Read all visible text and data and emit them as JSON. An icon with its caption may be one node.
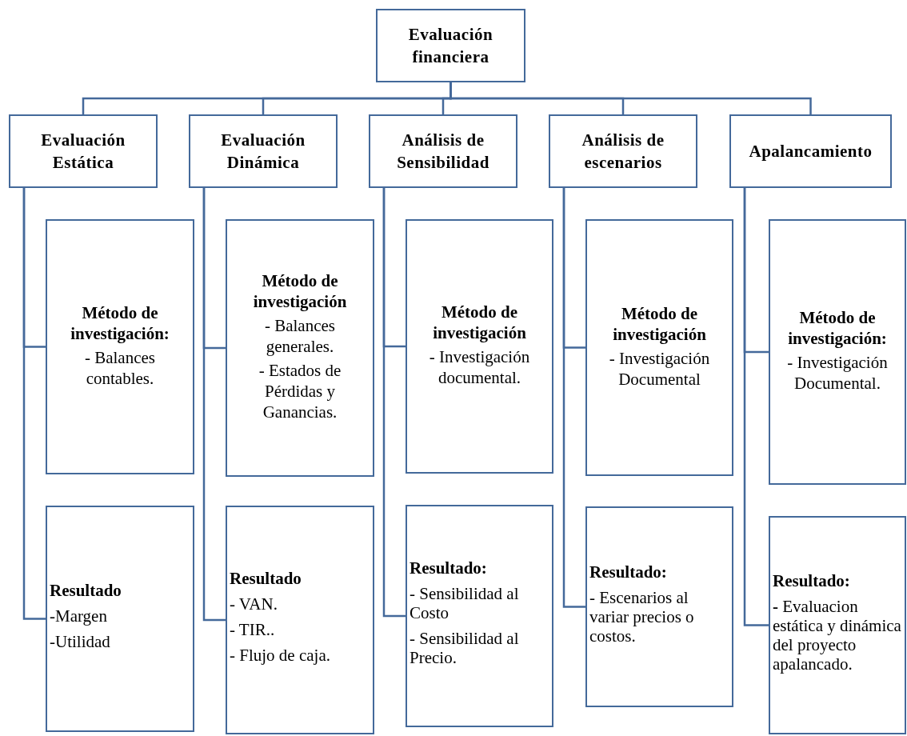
{
  "diagram": {
    "nodes": [
      {
        "text": [
          "Evaluación financiera"
        ]
      },
      {
        "text": [
          "Evaluación Estática"
        ]
      },
      {
        "text": [
          "Evaluación Dinámica"
        ]
      },
      {
        "text": [
          "Análisis de Sensibilidad"
        ]
      },
      {
        "text": [
          "Análisis de escenarios"
        ]
      },
      {
        "text": [
          "Apalancamiento"
        ]
      },
      {
        "text": [
          "Método de investigación:",
          "- Balances contables."
        ]
      },
      {
        "text": [
          "Método de investigación",
          "- Balances generales.",
          "- Estados de Pérdidas y Ganancias."
        ]
      },
      {
        "text": [
          "Método de investigación",
          "- Investigación documental."
        ]
      },
      {
        "text": [
          "Método de investigación",
          "- Investigación Documental"
        ]
      },
      {
        "text": [
          "Método de investigación:",
          "- Investigación Documental."
        ]
      },
      {
        "text": [
          "Resultado",
          "-Margen",
          "-Utilidad"
        ]
      },
      {
        "text": [
          "Resultado",
          "- VAN.",
          "- TIR..",
          "- Flujo de caja."
        ]
      },
      {
        "text": [
          "Resultado:",
          "- Sensibilidad al Costo",
          "- Sensibilidad al Precio."
        ]
      },
      {
        "text": [
          "Resultado:",
          "- Escenarios al variar precios o costos."
        ]
      },
      {
        "text": [
          "Resultado:",
          "**-** Evaluacion estática y dinámica del proyecto apalancado."
        ]
      }
    ],
    "edges": [
      {
        "from": 0,
        "to": 1,
        "arrow": "none"
      },
      {
        "from": 0,
        "to": 2,
        "arrow": "none"
      },
      {
        "from": 0,
        "to": 3,
        "arrow": "none"
      },
      {
        "from": 0,
        "to": 4,
        "arrow": "none"
      },
      {
        "from": 0,
        "to": 5,
        "arrow": "none"
      },
      {
        "from": 1,
        "to": 6,
        "arrow": "none"
      },
      {
        "from": 1,
        "to": 11,
        "arrow": "none"
      },
      {
        "from": 2,
        "to": 7,
        "arrow": "none"
      },
      {
        "from": 2,
        "to": 12,
        "arrow": "none"
      },
      {
        "from": 3,
        "to": 8,
        "arrow": "none"
      },
      {
        "from": 3,
        "to": 13,
        "arrow": "none"
      },
      {
        "from": 4,
        "to": 9,
        "arrow": "none"
      },
      {
        "from": 4,
        "to": 14,
        "arrow": "none"
      },
      {
        "from": 5,
        "to": 10,
        "arrow": "none"
      },
      {
        "from": 5,
        "to": 15,
        "arrow": "none"
      }
    ]
  }
}
